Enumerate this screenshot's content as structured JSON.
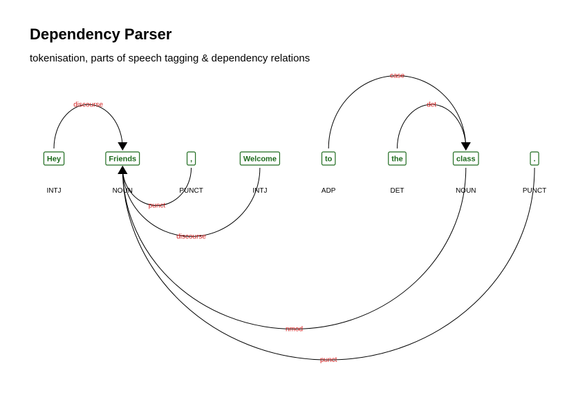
{
  "header": {
    "title": "Dependency Parser",
    "subtitle": "tokenisation, parts of speech tagging & dependency relations"
  },
  "colors": {
    "token": "#1e6b1e",
    "relation": "#d42020",
    "arc": "#000000",
    "pos": "#000000"
  },
  "tokens": [
    {
      "text": "Hey",
      "pos": "INTJ"
    },
    {
      "text": "Friends",
      "pos": "NOUN"
    },
    {
      "text": ",",
      "pos": "PUNCT"
    },
    {
      "text": "Welcome",
      "pos": "INTJ"
    },
    {
      "text": "to",
      "pos": "ADP"
    },
    {
      "text": "the",
      "pos": "DET"
    },
    {
      "text": "class",
      "pos": "NOUN"
    },
    {
      "text": ".",
      "pos": "PUNCT"
    }
  ],
  "relations": [
    {
      "from": 0,
      "to": 1,
      "label": "discourse",
      "side": "above"
    },
    {
      "from": 4,
      "to": 6,
      "label": "case",
      "side": "above"
    },
    {
      "from": 5,
      "to": 6,
      "label": "det",
      "side": "above"
    },
    {
      "from": 2,
      "to": 1,
      "label": "punct",
      "side": "below"
    },
    {
      "from": 3,
      "to": 1,
      "label": "discourse",
      "side": "below"
    },
    {
      "from": 6,
      "to": 1,
      "label": "nmod",
      "side": "below"
    },
    {
      "from": 7,
      "to": 1,
      "label": "punct",
      "side": "below"
    }
  ]
}
